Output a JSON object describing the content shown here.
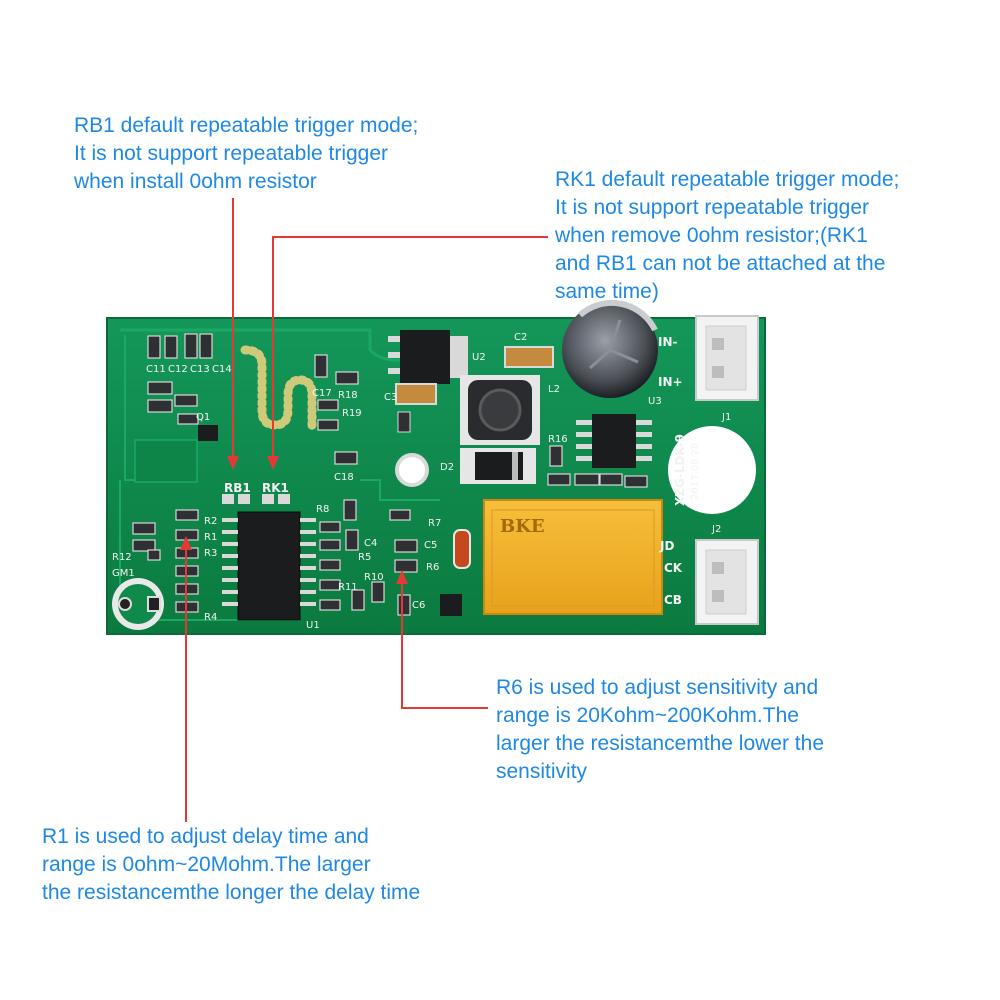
{
  "annotations": {
    "rb1": {
      "lines": [
        "RB1 default repeatable trigger mode;",
        "It is not support repeatable trigger",
        "when install 0ohm resistor"
      ]
    },
    "rk1": {
      "lines": [
        "RK1 default repeatable trigger mode;",
        "It is not support repeatable trigger",
        "when remove 0ohm resistor;(RK1",
        "and RB1 can not be attached at the",
        "same time)"
      ]
    },
    "r6": {
      "lines": [
        "R6 is used to adjust sensitivity and",
        "range is 20Kohm~200Kohm.The",
        "larger the resistancemthe lower the",
        "sensitivity"
      ]
    },
    "r1": {
      "lines": [
        "R1 is used to adjust delay time and",
        "range is 0ohm~20Mohm.The larger",
        "the resistancemthe longer the delay time"
      ]
    }
  },
  "board": {
    "model_label": "XZG-LDK-9",
    "date_label": "2017.08.28",
    "relay_brand": "BKE",
    "pin_in_minus": "IN-",
    "pin_in_plus": "IN+",
    "pin_ck": "CK",
    "pin_cb": "CB",
    "pin_jd": "JD",
    "labels": {
      "rb1": "RB1",
      "rk1": "RK1",
      "u1": "U1",
      "u2": "U2",
      "u3": "U3",
      "j1": "J1",
      "j2": "J2",
      "l2": "L2",
      "d2": "D2",
      "q1": "Q1",
      "gm1": "GM1",
      "c2": "C2",
      "c3": "C3",
      "r16": "R16",
      "r18": "R18",
      "r19": "R19",
      "c17": "C17",
      "c18": "C18",
      "c11": "C11",
      "c12": "C12",
      "c13": "C13",
      "c14": "C14",
      "r5": "R5",
      "r6": "R6",
      "r7": "R7",
      "r8": "R8",
      "r10": "R10",
      "r11": "R11",
      "r12": "R12",
      "r1": "R1",
      "r2": "R2",
      "r3": "R3",
      "r4": "R4",
      "c4": "C4",
      "c5": "C5",
      "c6": "C6"
    }
  },
  "colors": {
    "text": "#1e88e5",
    "pointer": "#e53935",
    "pcb": "#0f8a4a"
  }
}
